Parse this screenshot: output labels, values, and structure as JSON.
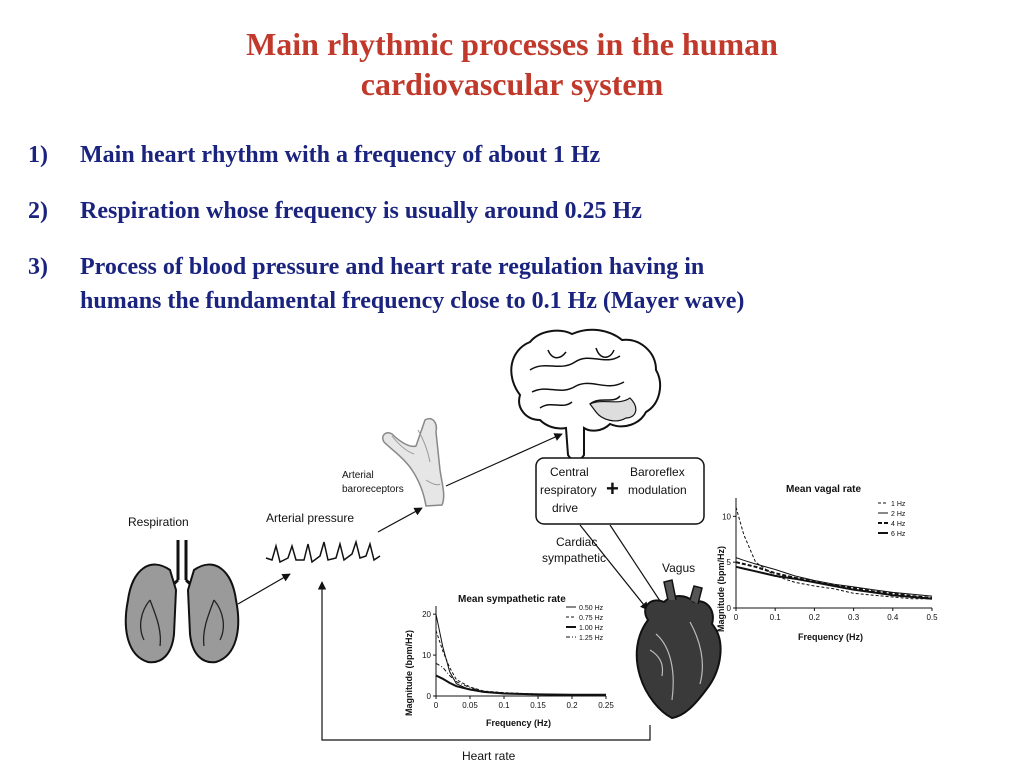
{
  "title": {
    "line1": "Main rhythmic processes  in the human",
    "line2": "cardiovascular system"
  },
  "points": [
    {
      "num": "1)",
      "text": "Main heart rhythm with a frequency of about 1 Hz"
    },
    {
      "num": "2)",
      "text": "Respiration whose frequency is usually around 0.25 Hz"
    },
    {
      "num": "3)",
      "text": "Process of blood pressure and heart rate regulation having in",
      "text2": "humans the fundamental frequency close to 0.1 Hz  (Mayer wave)"
    }
  ],
  "diagram": {
    "respiration": "Respiration",
    "arterial_pressure": "Arterial pressure",
    "arterial_baroreceptors_1": "Arterial",
    "arterial_baroreceptors_2": "baroreceptors",
    "central_1": "Central",
    "central_2": "respiratory",
    "central_3": "drive",
    "plus": "+",
    "baroreflex_1": "Baroreflex",
    "baroreflex_2": "modulation",
    "cardiac_1": "Cardiac",
    "cardiac_2": "sympathetic",
    "vagus": "Vagus",
    "heart_rate": "Heart rate"
  },
  "colors": {
    "title": "#c0392b",
    "points": "#1a237e"
  },
  "icons": [
    "brain-icon",
    "lungs-icon",
    "heart-icon",
    "artery-icon"
  ],
  "chart_data": [
    {
      "type": "line",
      "title": "Mean vagal rate",
      "xlabel": "Frequency (Hz)",
      "ylabel": "Magnitude (bpm/Hz)",
      "xlim": [
        0,
        0.5
      ],
      "ylim": [
        0,
        12
      ],
      "xticks": [
        "0",
        "0.1",
        "0.2",
        "0.3",
        "0.4",
        "0.5"
      ],
      "yticks": [
        "0",
        "5",
        "10"
      ],
      "legend_position": "top-right",
      "x": [
        0,
        0.02,
        0.05,
        0.1,
        0.15,
        0.2,
        0.25,
        0.3,
        0.35,
        0.4,
        0.45,
        0.5
      ],
      "series": [
        {
          "name": "1 Hz",
          "style": "dashed",
          "values": [
            11,
            8,
            5,
            3.5,
            2.8,
            2.4,
            2.1,
            1.6,
            1.4,
            1.2,
            1.0,
            1.0
          ]
        },
        {
          "name": "2 Hz",
          "style": "solid",
          "values": [
            5.5,
            5.2,
            4.8,
            4.2,
            3.5,
            3.0,
            2.6,
            2.3,
            2.0,
            1.7,
            1.5,
            1.3
          ]
        },
        {
          "name": "4 Hz",
          "style": "dashed-bold",
          "values": [
            5,
            4.8,
            4.5,
            3.8,
            3.3,
            2.9,
            2.5,
            2.2,
            1.8,
            1.6,
            1.3,
            1.1
          ]
        },
        {
          "name": "6 Hz",
          "style": "solid-bold",
          "values": [
            4.5,
            4.3,
            4.0,
            3.5,
            3.2,
            2.8,
            2.4,
            2.0,
            1.7,
            1.4,
            1.2,
            1.0
          ]
        }
      ]
    },
    {
      "type": "line",
      "title": "Mean sympathetic rate",
      "xlabel": "Frequency (Hz)",
      "ylabel": "Magnitude (bpm/Hz)",
      "xlim": [
        0,
        0.25
      ],
      "ylim": [
        0,
        22
      ],
      "xticks": [
        "0",
        "0.05",
        "0.1",
        "0.15",
        "0.2",
        "0.25"
      ],
      "yticks": [
        "0",
        "10",
        "20"
      ],
      "legend_position": "top-right",
      "x": [
        0,
        0.01,
        0.02,
        0.03,
        0.05,
        0.07,
        0.1,
        0.15,
        0.2,
        0.25
      ],
      "series": [
        {
          "name": "0.50 Hz",
          "style": "solid",
          "values": [
            20,
            12,
            6,
            3,
            1.5,
            1.0,
            0.6,
            0.4,
            0.3,
            0.3
          ]
        },
        {
          "name": "0.75 Hz",
          "style": "dashed",
          "values": [
            16,
            11,
            7,
            4,
            2.2,
            1.2,
            0.8,
            0.5,
            0.3,
            0.3
          ]
        },
        {
          "name": "1.00 Hz",
          "style": "solid-bold",
          "values": [
            5,
            4.2,
            3.2,
            2.4,
            1.6,
            1.0,
            0.6,
            0.4,
            0.3,
            0.3
          ]
        },
        {
          "name": "1.25 Hz",
          "style": "dash-dot",
          "values": [
            8,
            7,
            5,
            3.5,
            2.0,
            1.2,
            0.7,
            0.4,
            0.3,
            0.3
          ]
        }
      ]
    }
  ]
}
